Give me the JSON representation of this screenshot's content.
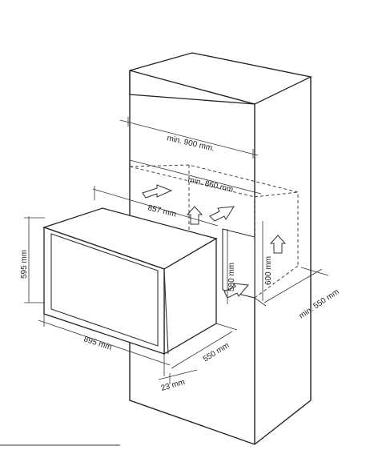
{
  "labels": {
    "min_900": "min. 900 mm.",
    "min_860": "min. 860 mm",
    "w_857": "857 mm",
    "h_595": "595 mm",
    "h_580": "580 mm",
    "h_600": "600 mm",
    "min_550": "min. 550 mm",
    "w_895": "895 mm",
    "d_550": "550 mm",
    "d_23": "23 mm"
  }
}
